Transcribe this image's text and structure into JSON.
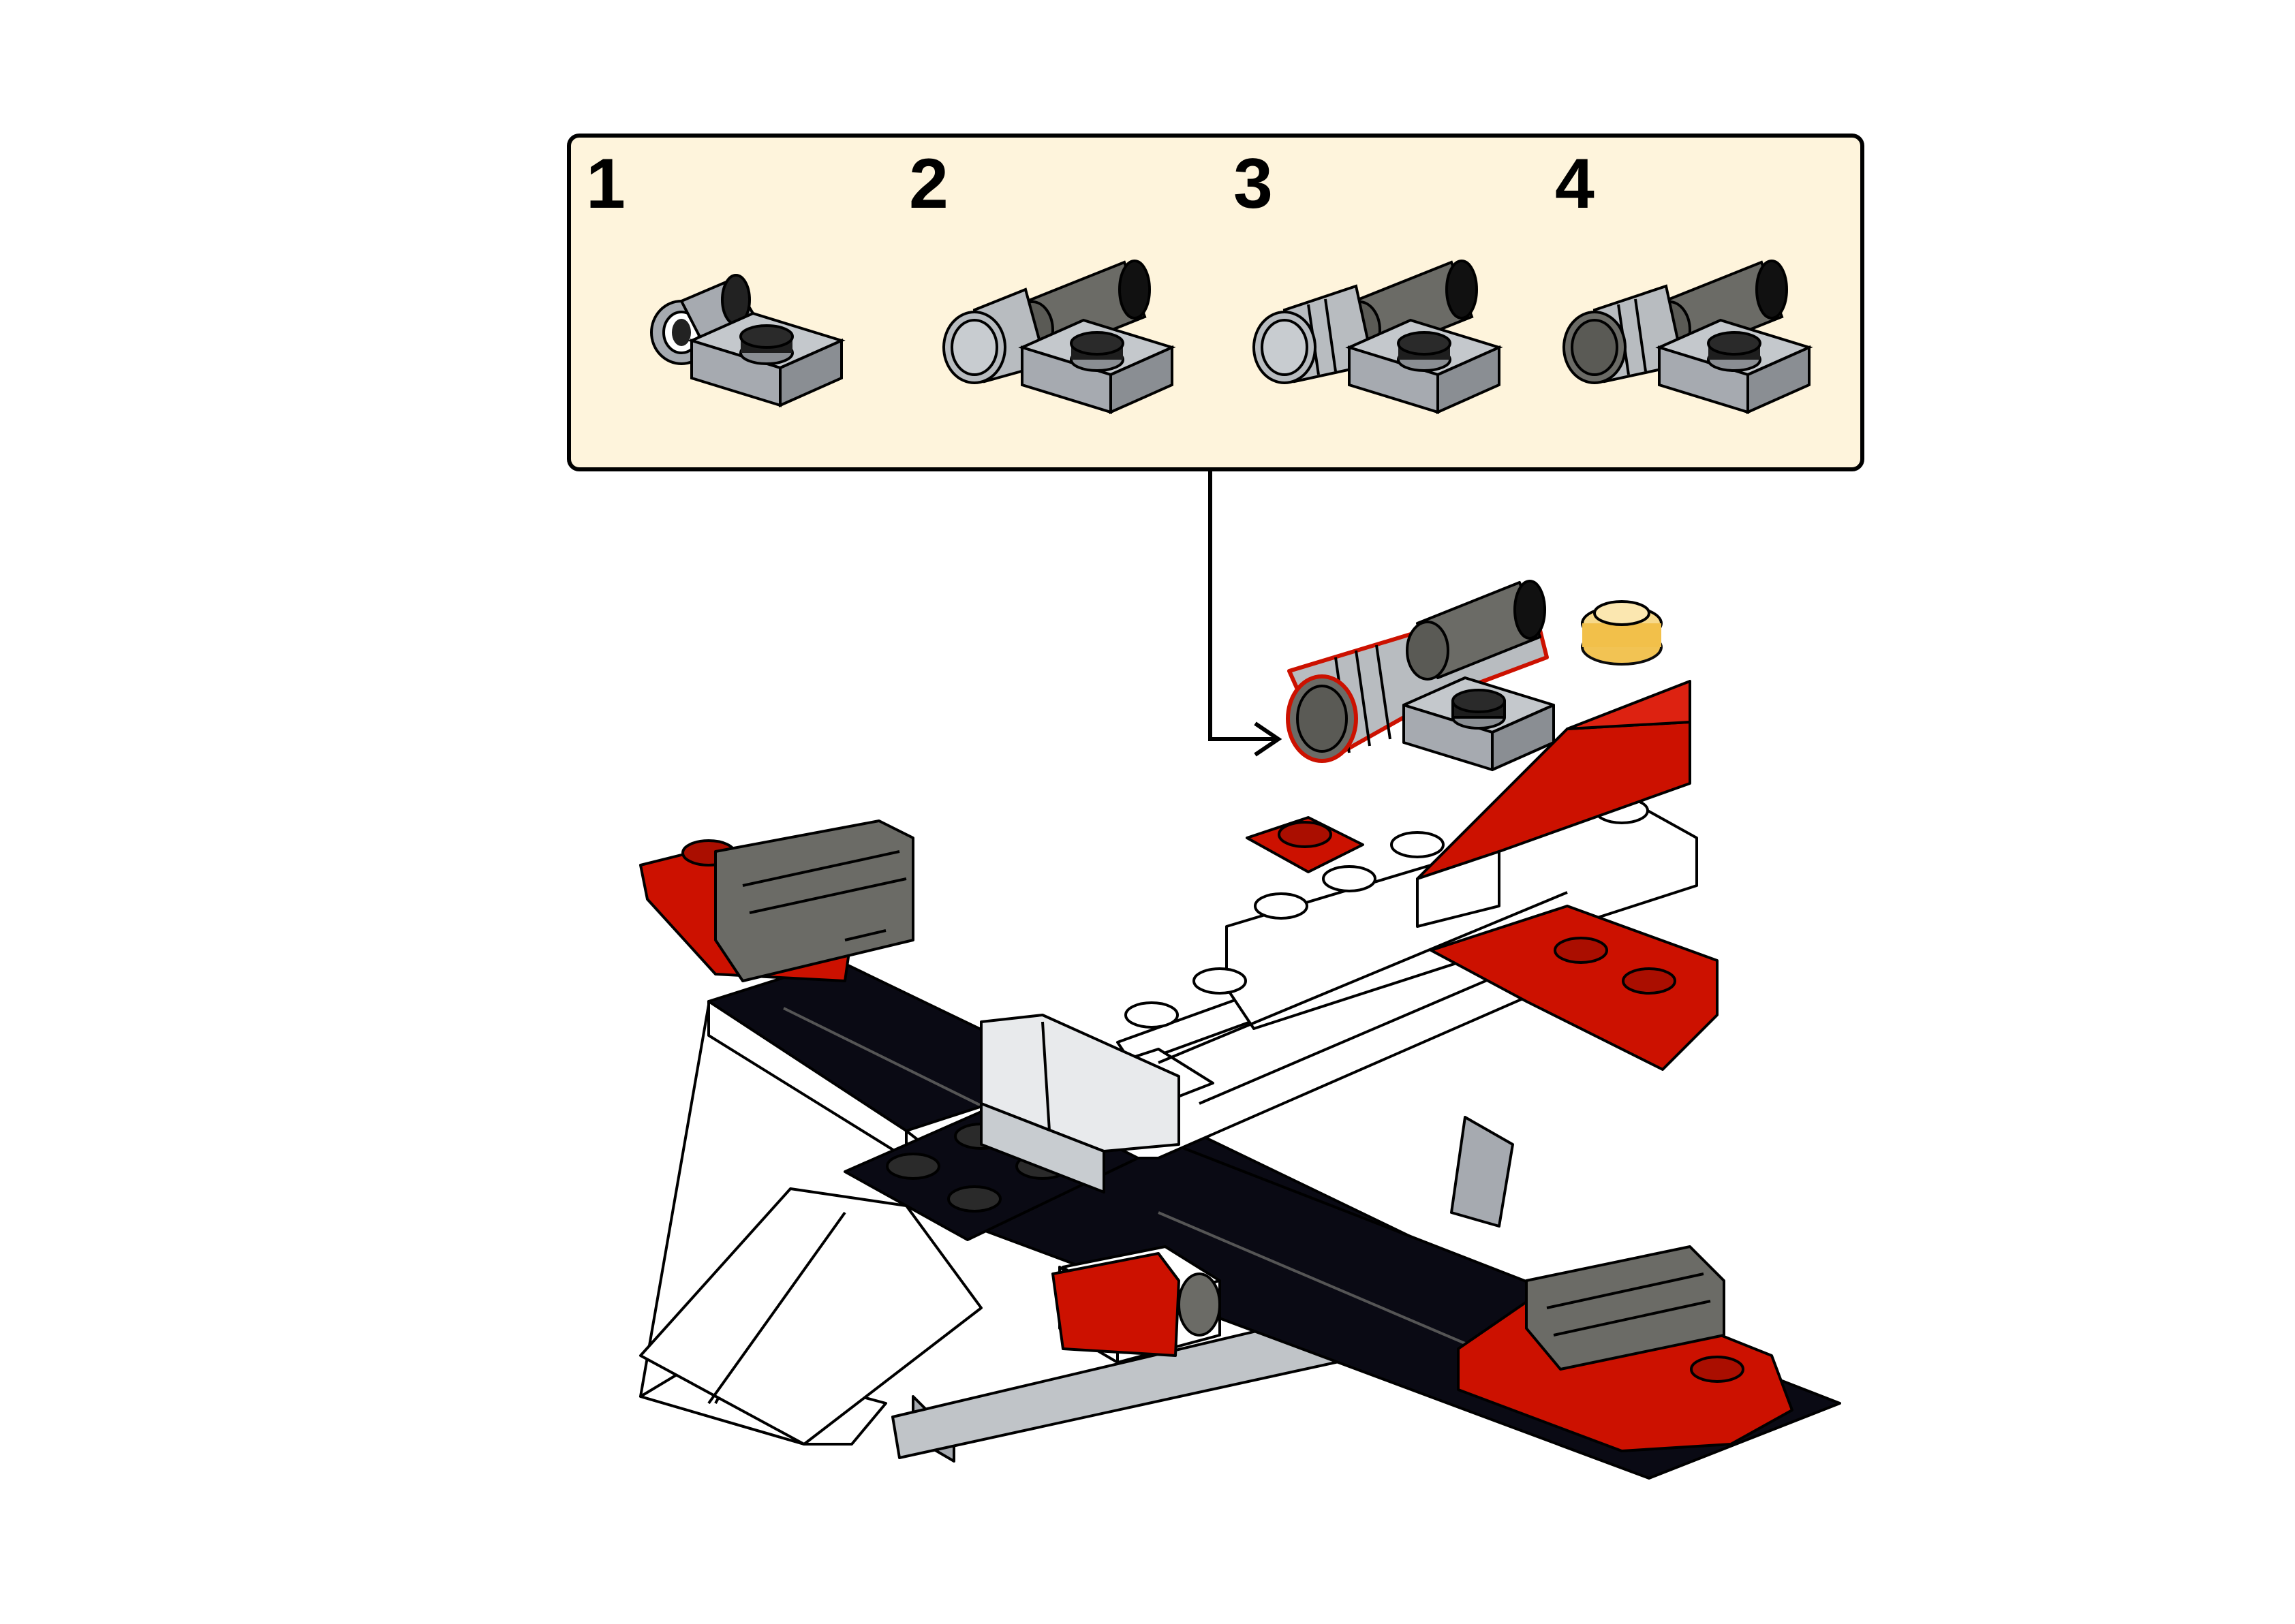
{
  "callout": {
    "steps": [
      {
        "number": "1"
      },
      {
        "number": "2"
      },
      {
        "number": "3"
      },
      {
        "number": "4"
      }
    ]
  },
  "colors": {
    "callout_background": "#fef4dc",
    "red": "#cc1100",
    "black": "#0a0a14",
    "light_grey": "#a6aab0",
    "dark_grey": "#6b6b66",
    "white": "#ffffff",
    "trans_yellow": "#f2c04a"
  }
}
